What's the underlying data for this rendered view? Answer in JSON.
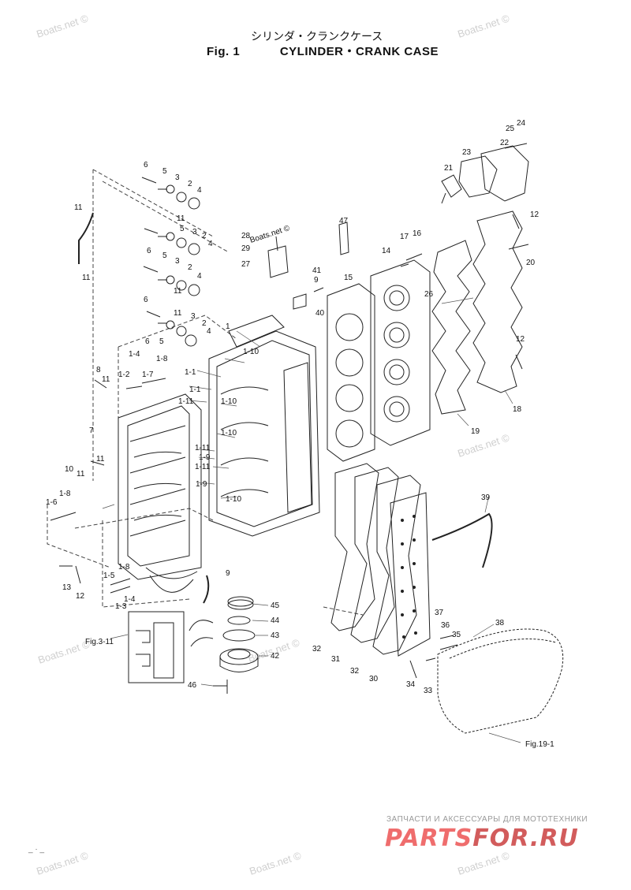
{
  "header": {
    "title_jp": "シリンダ・クランクケース",
    "fig_label": "Fig. 1",
    "title_en": "CYLINDER・CRANK CASE"
  },
  "watermark_text": "Boats.net ©",
  "refs": {
    "fig3_11": "Fig.3-11",
    "fig19_1": "Fig.19-1"
  },
  "part_labels": [
    "1",
    "1-1",
    "1-2",
    "1-3",
    "1-4",
    "1-5",
    "1-6",
    "1-7",
    "1-8",
    "1-9",
    "1-10",
    "1-11",
    "2",
    "3",
    "4",
    "5",
    "6",
    "7",
    "8",
    "9",
    "10",
    "11",
    "12",
    "13",
    "14",
    "15",
    "16",
    "17",
    "18",
    "19",
    "20",
    "21",
    "22",
    "23",
    "24",
    "25",
    "26",
    "27",
    "28",
    "29",
    "30",
    "31",
    "32",
    "33",
    "34",
    "35",
    "36",
    "37",
    "38",
    "39",
    "40",
    "41",
    "42",
    "43",
    "44",
    "45",
    "46",
    "47"
  ],
  "brand": {
    "tagline": "ЗАПЧАСТИ И АКСЕССУАРЫ ДЛЯ МОТОТЕХНИКИ",
    "logo_a": "PARTS",
    "logo_b": "FOR.RU",
    "logo_color": "#ef6d6d"
  },
  "corner_mark": "_ ·  _"
}
